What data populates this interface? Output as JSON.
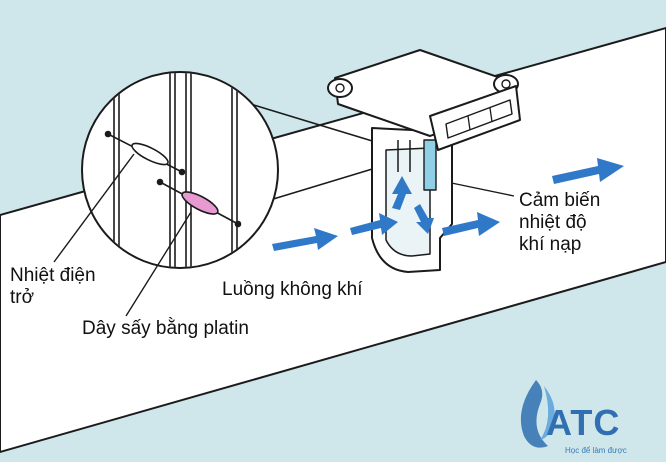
{
  "labels": {
    "intake_air_temp_sensor": [
      "Cảm biến",
      "nhiệt độ",
      "khí nạp"
    ],
    "thermistor": [
      "Nhiệt điện",
      "trở"
    ],
    "platinum_heater_wire": "Dây sấy bằng platin",
    "airflow": "Luồng không khí"
  },
  "logo": {
    "text": "ATC",
    "tagline": "Học để làm được"
  },
  "colors": {
    "background": "#cfe6ea",
    "duct": "#ffffff",
    "outline": "#1b1b1b",
    "airflow_arrow": "#2f79c8",
    "heater_wire": "#e79ad1",
    "logo": "#2f6fb2"
  }
}
